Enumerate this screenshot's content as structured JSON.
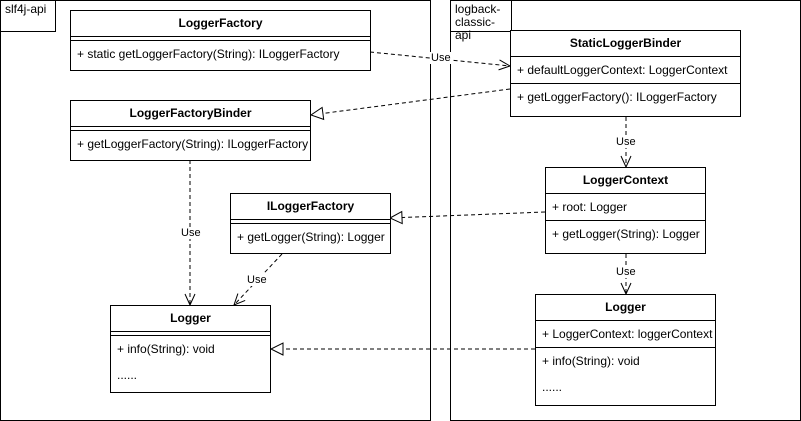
{
  "packages": {
    "slf4j": {
      "label": "slf4j-api"
    },
    "logback": {
      "label_line1": "logback-",
      "label_line2": "classic-api"
    }
  },
  "classes": {
    "logger_factory": {
      "name": "LoggerFactory",
      "methods": [
        "+ static getLoggerFactory(String): ILoggerFactory"
      ]
    },
    "logger_factory_binder": {
      "name": "LoggerFactoryBinder",
      "methods": [
        "+ getLoggerFactory(String): ILoggerFactory"
      ]
    },
    "ilogger_factory": {
      "name": "ILoggerFactory",
      "methods": [
        "+ getLogger(String): Logger"
      ]
    },
    "slf4j_logger": {
      "name": "Logger",
      "methods": [
        "+ info(String): void",
        "......"
      ]
    },
    "static_logger_binder": {
      "name": "StaticLoggerBinder",
      "attributes": [
        "+ defaultLoggerContext: LoggerContext"
      ],
      "methods": [
        "+ getLoggerFactory(): ILoggerFactory"
      ]
    },
    "logger_context": {
      "name": "LoggerContext",
      "attributes": [
        "+ root: Logger"
      ],
      "methods": [
        "+ getLogger(String): Logger"
      ]
    },
    "logback_logger": {
      "name": "Logger",
      "attributes": [
        "+ LoggerContext: loggerContext"
      ],
      "methods": [
        "+ info(String): void",
        "......"
      ]
    }
  },
  "edges": {
    "factory_to_binder": {
      "label": "Use"
    },
    "binder_to_logger": {
      "label": "Use"
    },
    "ilf_to_logger": {
      "label": "Use"
    },
    "slb_to_context": {
      "label": "Use"
    },
    "context_to_logger": {
      "label": "Use"
    }
  },
  "colors": {
    "line": "#000000",
    "background": "#ffffff"
  }
}
